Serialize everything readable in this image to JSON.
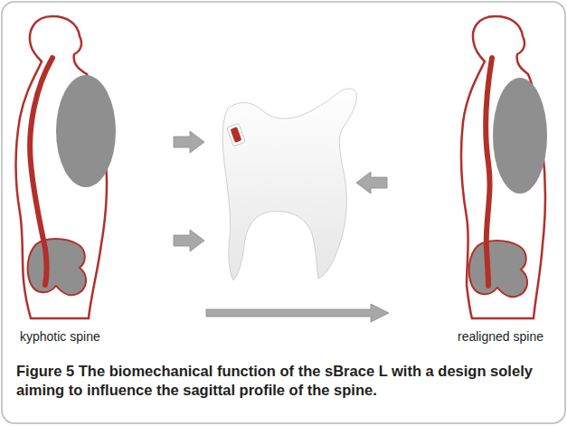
{
  "diagram": {
    "caption": "Figure 5 The biomechanical function of the sBrace L with a design solely aiming to influence the sagittal profile of the spine.",
    "labels": [
      "kyphotic spine",
      "realigned spine"
    ]
  }
}
